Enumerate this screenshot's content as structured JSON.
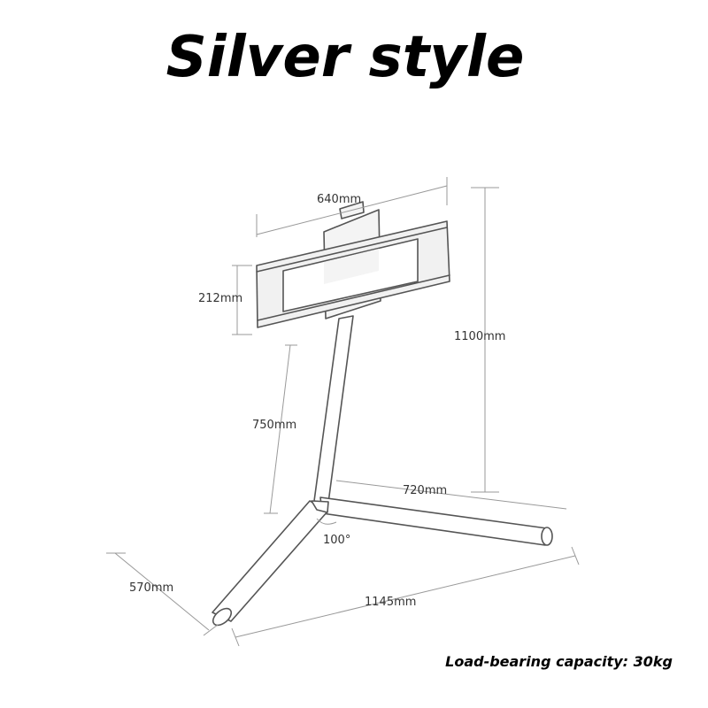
{
  "title": "Silver style",
  "dimensions": {
    "mount_width": "640mm",
    "mount_height": "212mm",
    "total_height": "1100mm",
    "pole_height": "750mm",
    "rear_leg": "720mm",
    "angle": "100°",
    "base_depth": "570mm",
    "base_width": "1145mm"
  },
  "caption": "Load-bearing capacity: 30kg",
  "colors": {
    "line": "#555555",
    "dim_line": "#999999",
    "plate_fill": "#f1f1f1",
    "text": "#000000"
  }
}
